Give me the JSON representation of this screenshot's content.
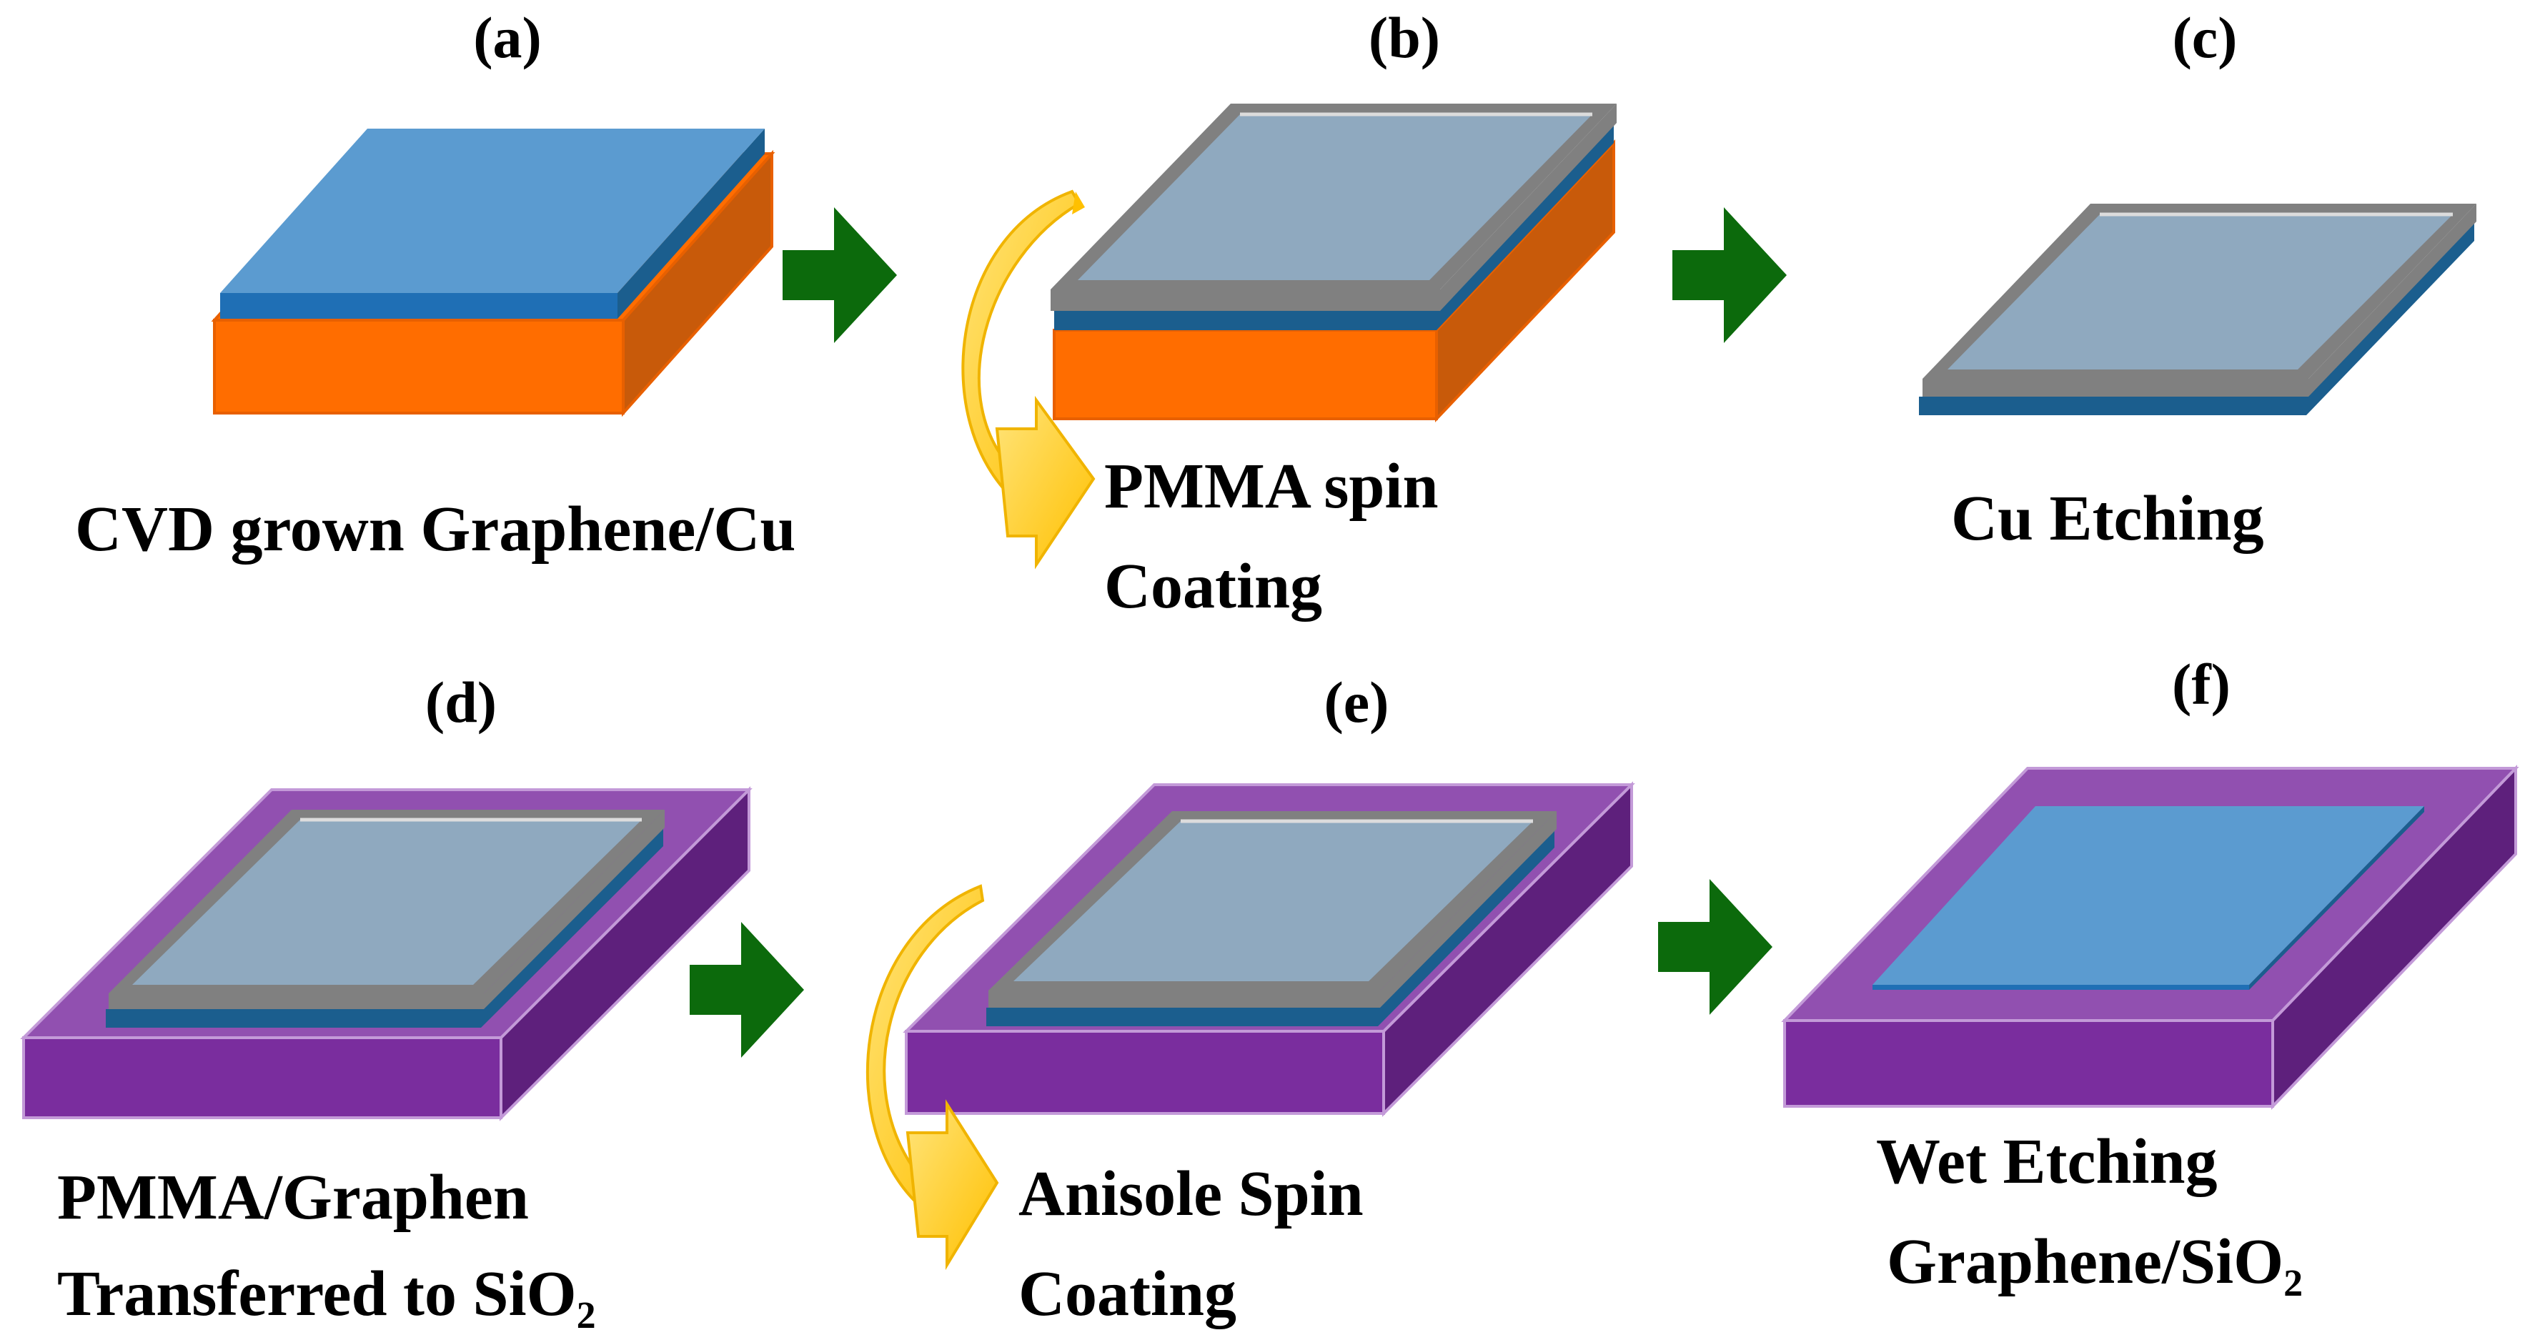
{
  "colors": {
    "copper_front": "#ff6d00",
    "copper_side": "#c85a0a",
    "graphene_top": "#5b9bd0",
    "graphene_edge": "#1b5e8e",
    "pmma_frame": "#808080",
    "pmma_surface": "#8fa9bf",
    "sio2_top": "#9150b0",
    "sio2_front": "#7a2d9e",
    "sio2_side": "#5e207c",
    "process_arrow": "#0c6a0c",
    "spin_arrow": "#ffc90e"
  },
  "panels": [
    {
      "label": "(a)",
      "caption": [
        "CVD grown Graphene/Cu"
      ]
    },
    {
      "label": "(b)",
      "caption": [
        "PMMA spin",
        "Coating"
      ]
    },
    {
      "label": "(c)",
      "caption": [
        "Cu Etching"
      ]
    },
    {
      "label": "(d)",
      "caption": [
        "PMMA/Graphen",
        "Transferred to SiO₂"
      ]
    },
    {
      "label": "(e)",
      "caption": [
        "Anisole Spin",
        "Coating"
      ]
    },
    {
      "label": "(f)",
      "caption": [
        "Wet Etching",
        "Graphene/SiO₂"
      ]
    }
  ],
  "arrows": [
    {
      "icon": "green-right-arrow-icon"
    },
    {
      "icon": "green-right-arrow-icon"
    },
    {
      "icon": "green-right-arrow-icon"
    },
    {
      "icon": "green-right-arrow-icon"
    }
  ],
  "spin_arrows": [
    {
      "icon": "curved-yellow-arrow-icon"
    },
    {
      "icon": "curved-yellow-arrow-icon"
    }
  ]
}
